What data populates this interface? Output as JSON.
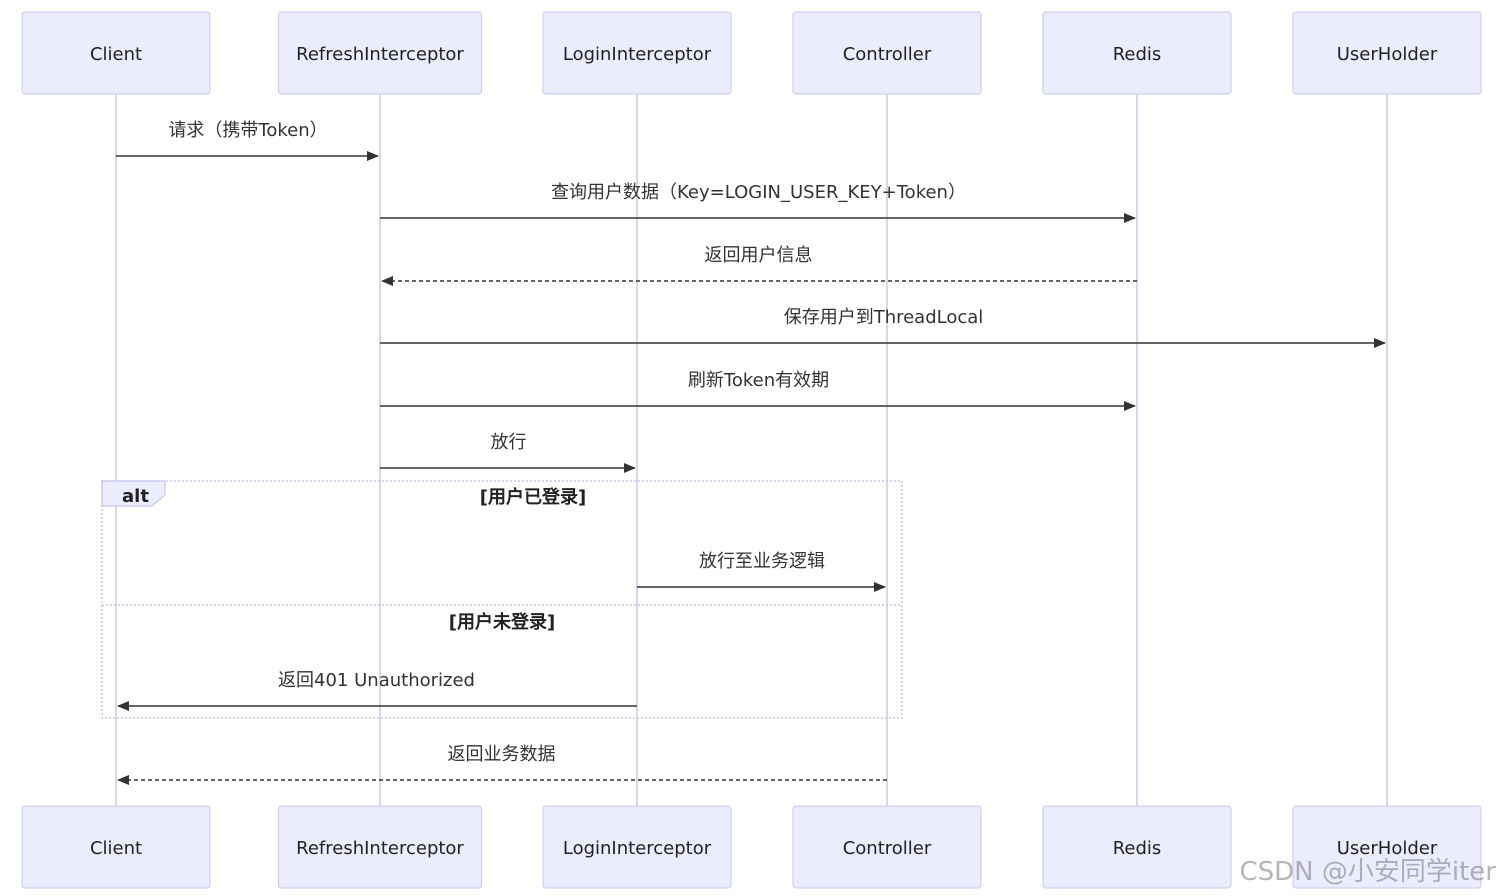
{
  "participants": [
    "Client",
    "RefreshInterceptor",
    "LoginInterceptor",
    "Controller",
    "Redis",
    "UserHolder"
  ],
  "messages": [
    {
      "from": 0,
      "to": 1,
      "text": "请求（携带Token）",
      "dashed": false
    },
    {
      "from": 1,
      "to": 4,
      "text": "查询用户数据（Key=LOGIN_USER_KEY+Token）",
      "dashed": false
    },
    {
      "from": 4,
      "to": 1,
      "text": "返回用户信息",
      "dashed": true
    },
    {
      "from": 1,
      "to": 5,
      "text": "保存用户到ThreadLocal",
      "dashed": false
    },
    {
      "from": 1,
      "to": 4,
      "text": "刷新Token有效期",
      "dashed": false
    },
    {
      "from": 1,
      "to": 2,
      "text": "放行",
      "dashed": false
    },
    {
      "from": 2,
      "to": 3,
      "text": "放行至业务逻辑",
      "dashed": false
    },
    {
      "from": 2,
      "to": 0,
      "text": "返回401 Unauthorized",
      "dashed": false
    },
    {
      "from": 3,
      "to": 0,
      "text": "返回业务数据",
      "dashed": true
    }
  ],
  "alt_block": {
    "label": "alt",
    "conditions": [
      "[用户已登录]",
      "[用户未登录]"
    ]
  },
  "watermark": "CSDN @小安同学iter",
  "colors": {
    "actor_fill": "#ececff",
    "actor_border": "#c8c8ef",
    "lifeline": "#d9d6ee",
    "arrow": "#333333"
  }
}
